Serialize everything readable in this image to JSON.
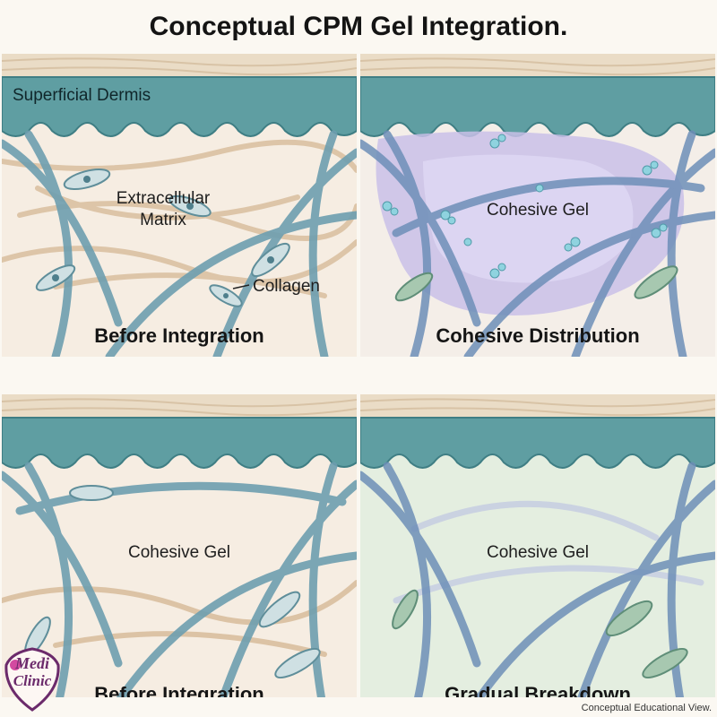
{
  "title": "Conceptual CPM Gel Integration.",
  "panels": {
    "top_left": {
      "caption": "Before Integration",
      "labels": {
        "dermis": "Superficial Dermis",
        "matrix": "Extracellular\nMatrix",
        "collagen": "Collagen"
      }
    },
    "top_right": {
      "caption": "Cohesive Distribution",
      "label": "Cohesive Gel"
    },
    "bottom_left": {
      "caption": "Before Integration",
      "label": "Cohesive Gel"
    },
    "bottom_right": {
      "caption": "Gradual Breakdown",
      "label": "Cohesive Gel"
    }
  },
  "logo": {
    "line1": "Medi",
    "line2": "Clinic"
  },
  "footer_note": "Conceptual Educational View.",
  "colors": {
    "epidermis": "#eadcc6",
    "dermis_band": "#5f9ea2",
    "fiber_blue": "#6e9fb0",
    "fiber_tan": "#dcc3a5",
    "gel_purple": "#c9bfe8",
    "breakdown_green": "#d9e8d4",
    "logo_purple": "#6b2a6b"
  }
}
